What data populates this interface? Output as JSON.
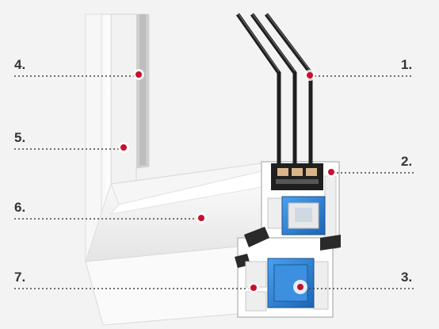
{
  "callouts": {
    "c1": {
      "label": "1."
    },
    "c2": {
      "label": "2."
    },
    "c3": {
      "label": "3."
    },
    "c4": {
      "label": "4."
    },
    "c5": {
      "label": "5."
    },
    "c6": {
      "label": "6."
    },
    "c7": {
      "label": "7."
    }
  },
  "colors": {
    "background": "#f3f3f3",
    "profile_white": "#ffffff",
    "profile_shadow": "#d9d9d9",
    "reinforcement_blue": "#2f7fd0",
    "marker_red": "#c8102e",
    "glass_line": "#1e1e1e",
    "label_text": "#333333"
  }
}
